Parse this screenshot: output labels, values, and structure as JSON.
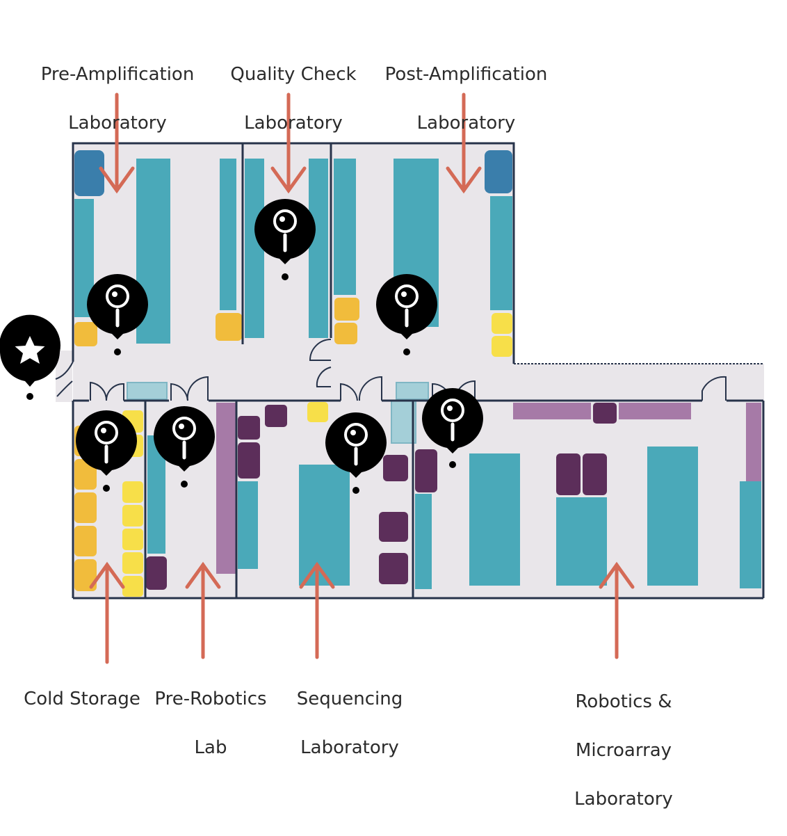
{
  "labels": {
    "pre_amplification": {
      "line1": "Pre-Amplification",
      "line2": "Laboratory"
    },
    "quality_check": {
      "line1": "Quality Check",
      "line2": "Laboratory"
    },
    "post_amplification": {
      "line1": "Post-Amplification",
      "line2": "Laboratory"
    },
    "cold_storage": {
      "line1": "Cold Storage"
    },
    "pre_robotics": {
      "line1": "Pre-Robotics",
      "line2": "Lab"
    },
    "sequencing": {
      "line1": "Sequencing",
      "line2": "Laboratory"
    },
    "robotics_microarray": {
      "line1": "Robotics &",
      "line2": "Microarray",
      "line3": "Laboratory"
    }
  },
  "markers": {
    "entrance_icon": "star-icon",
    "location_icon": "magnifier-pin-icon",
    "location_count": 7
  },
  "colors": {
    "floor": "#e9e6ea",
    "wall": "#27334a",
    "teal_bench": "#4aa9b9",
    "light_teal": "#a4cfd8",
    "blue_unit": "#3a7eab",
    "yellow_dark": "#f1bc3c",
    "yellow_light": "#f7df49",
    "purple_dark": "#5c2e5a",
    "purple_light": "#a67aa7",
    "arrow": "#d46a56",
    "marker": "#000000"
  }
}
